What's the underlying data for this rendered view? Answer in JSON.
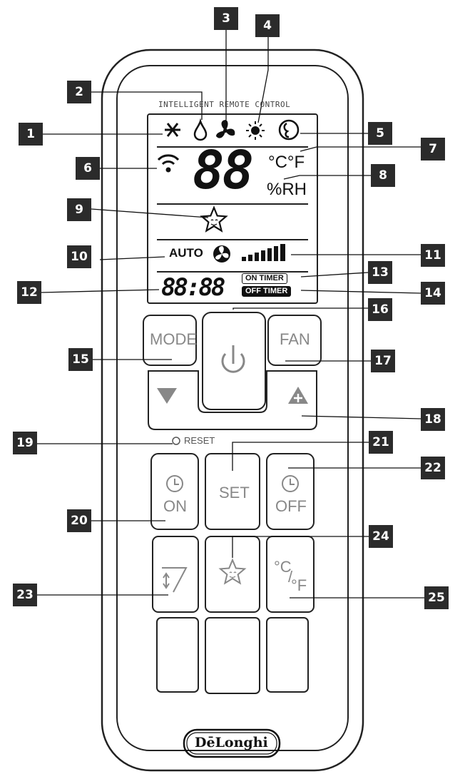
{
  "display": {
    "title": "INTELLIGENT REMOTE CONTROL",
    "main_digits": "88",
    "unit_temp": "°C°F",
    "unit_humidity": "%RH",
    "fan_mode": "AUTO",
    "clock_digits": "88:88",
    "on_timer": "ON TIMER",
    "off_timer": "OFF TIMER"
  },
  "buttons": {
    "mode": "MODE",
    "fan": "FAN",
    "reset": "RESET",
    "set": "SET",
    "timer_on": "ON",
    "timer_off": "OFF",
    "unit_c": "°C",
    "unit_slash": "/",
    "unit_f": "°F"
  },
  "brand": "DēLonghi",
  "callouts": [
    "1",
    "2",
    "3",
    "4",
    "5",
    "6",
    "7",
    "8",
    "9",
    "10",
    "11",
    "12",
    "13",
    "14",
    "15",
    "16",
    "17",
    "18",
    "19",
    "20",
    "21",
    "22",
    "23",
    "24",
    "25"
  ],
  "colors": {
    "badge": "#2b2b2b",
    "outline": "#222222",
    "button_text": "#888888"
  }
}
